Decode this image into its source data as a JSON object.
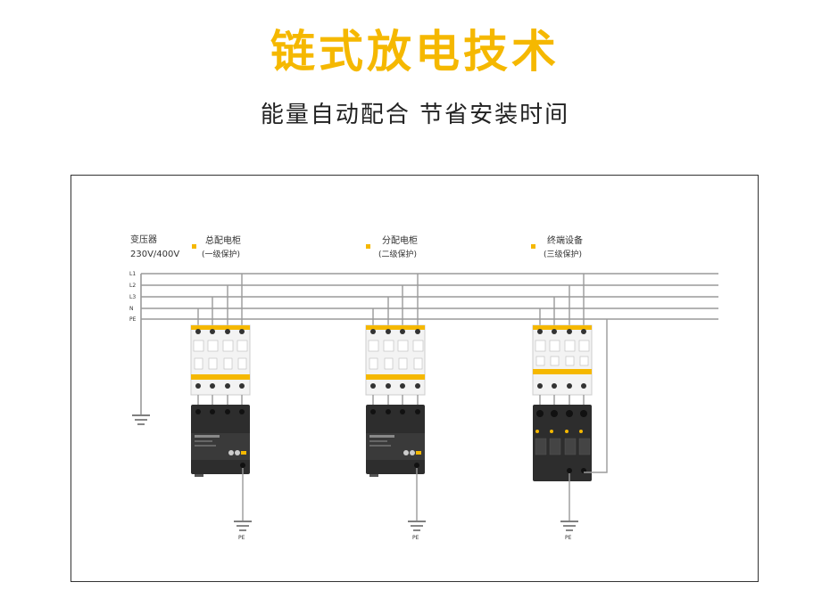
{
  "title": "链式放电技术",
  "subtitle": "能量自动配合  节省安装时间",
  "diagram": {
    "transformer": {
      "name": "变压器",
      "voltage": "230V/400V"
    },
    "lines": [
      "L1",
      "L2",
      "L3",
      "N",
      "PE"
    ],
    "stages": [
      {
        "name": "总配电柜",
        "level": "(一级保护)",
        "ground_label": "PE"
      },
      {
        "name": "分配电柜",
        "level": "(二级保护)",
        "ground_label": "PE"
      },
      {
        "name": "终端设备",
        "level": "(三级保护)",
        "ground_label": "PE"
      }
    ],
    "colors": {
      "accent": "#f5b800",
      "line": "#9a9a9a",
      "device_body": "#2d2d2d"
    }
  }
}
